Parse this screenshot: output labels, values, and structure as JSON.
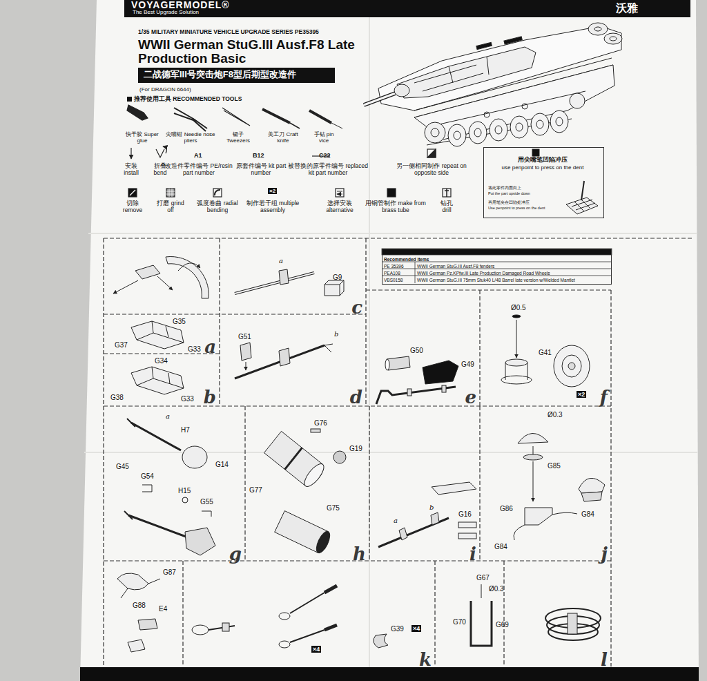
{
  "diagram": {
    "title": "WWII German StuG.III Ausf.F8 Late Production Basic",
    "nodes": [
      {
        "text": [
          "VOYAGERMODEL®",
          "The Best Upgrade Solution",
          "沃雅"
        ]
      },
      {
        "text": [
          "二战德军III号突击炮F8型后期型改造件"
        ]
      },
      {
        "text": [
          "用尖嘴笔凹陷冲压",
          "use penpoint to press on the dent",
          "将此零件内面向上",
          "Put the part upside down",
          "再用笔尖在凹陷处冲压",
          "Use penpoint to press on the dent"
        ]
      },
      {
        "text": [
          "Recommended items",
          "PE 35396",
          "WWII German StuG.III Ausf.F8 fenders",
          "PEA108",
          "WWII German Pz.KPfw.III Late Production Damaged Road Wheels",
          "VBS0158",
          "WWII German StuG.III 75mm Stuk40 L/48 Barrel late version w/Welded Mantlet"
        ]
      },
      {
        "text": [
          "a"
        ]
      },
      {
        "text": [
          "b"
        ]
      },
      {
        "text": [
          "c"
        ]
      },
      {
        "text": [
          "d"
        ]
      },
      {
        "text": [
          "e"
        ]
      },
      {
        "text": [
          "f"
        ]
      },
      {
        "text": [
          "g"
        ]
      },
      {
        "text": [
          "h"
        ]
      },
      {
        "text": [
          "i"
        ]
      },
      {
        "text": [
          "j"
        ]
      },
      {
        "text": [
          "k"
        ]
      },
      {
        "text": [
          "l"
        ]
      }
    ],
    "labels": [
      "1/35 MILITARY MINIATURE VEHICLE UPGRADE SERIES PE35395",
      "(For DRAGON 6644)",
      "推荐使用工具 RECOMMENDED TOOLS",
      "快干胶 Super glue",
      "尖嘴钳 Needle nose pliers",
      "镊子 Tweezers",
      "美工刀 Craft knife",
      "手钻 pin vice",
      "A1",
      "B12",
      "C22",
      "×2",
      "G35",
      "G37",
      "G33",
      "G34",
      "G38",
      "G33",
      "a",
      "G9",
      "G51",
      "b",
      "G50",
      "G49",
      "Ø0.5",
      "G41",
      "×2",
      "a",
      "H7",
      "G45",
      "G54",
      "G14",
      "H15",
      "G55",
      "G76",
      "G19",
      "G77",
      "G75",
      "a",
      "b",
      "G16",
      "Ø0.3",
      "G85",
      "G86",
      "G84",
      "G84",
      "G87",
      "G88",
      "E4",
      "×4",
      "G39",
      "×4",
      "G67",
      "Ø0.3",
      "G70",
      "G69"
    ],
    "legend": [
      {
        "text": "安装 install"
      },
      {
        "text": "折叠 bend"
      },
      {
        "text": "改造件零件编号 PE/resin part number"
      },
      {
        "text": "原套件编号 kit part number"
      },
      {
        "text": "被替换的原零件编号 replaced kit part number"
      },
      {
        "text": "另一侧相同制作 repeat on opposite side"
      },
      {
        "text": "切除 remove"
      },
      {
        "text": "打磨 grind off"
      },
      {
        "text": "弧度卷曲 radial bending"
      },
      {
        "text": "制作若干组 multiple assembly"
      },
      {
        "text": "选择安装 alternative"
      },
      {
        "text": "用铜管制作 make from brass tube"
      },
      {
        "text": "钻孔 drill"
      }
    ]
  }
}
